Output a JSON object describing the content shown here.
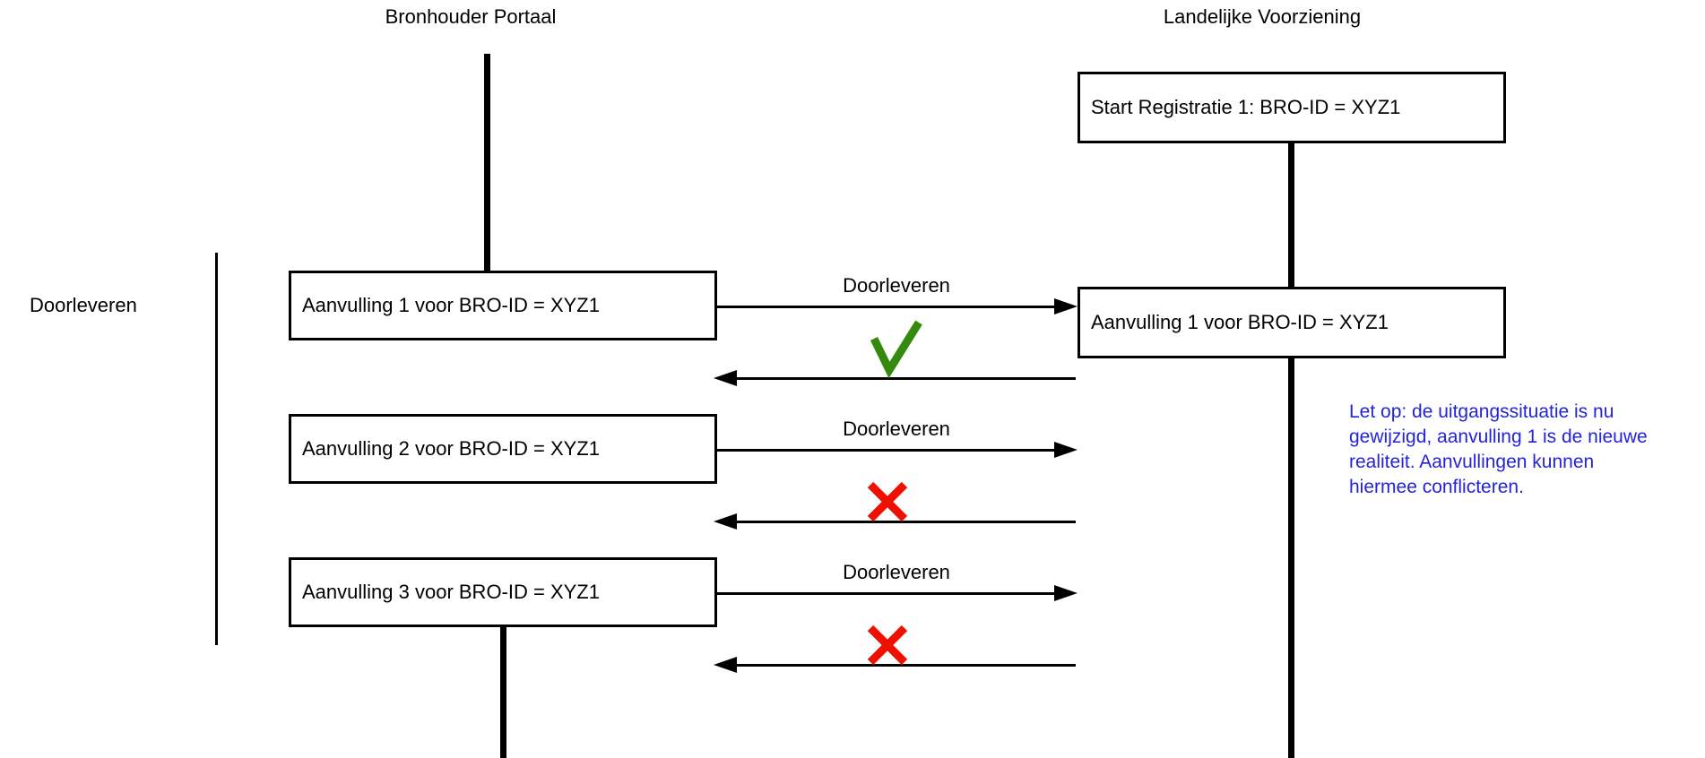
{
  "diagram": {
    "titles": {
      "left": "Bronhouder Portaal",
      "right": "Landelijke Voorziening"
    },
    "group_label": "Doorleveren",
    "boxes": {
      "start": "Start Registratie 1: BRO-ID = XYZ1",
      "lv_result": "Aanvulling 1 voor BRO-ID = XYZ1"
    },
    "rows": [
      {
        "box": "Aanvulling 1 voor BRO-ID = XYZ1",
        "arrow_label": "Doorleveren",
        "result": "success"
      },
      {
        "box": "Aanvulling 2 voor BRO-ID = XYZ1",
        "arrow_label": "Doorleveren",
        "result": "fail"
      },
      {
        "box": "Aanvulling 3 voor BRO-ID = XYZ1",
        "arrow_label": "Doorleveren",
        "result": "fail"
      }
    ],
    "note": {
      "lines": [
        "Let op: de uitgangssituatie is nu",
        "gewijzigd, aanvulling 1 is de nieuwe",
        "realiteit. Aanvullingen kunnen",
        "hiermee conflicteren."
      ]
    },
    "colors": {
      "success": "#338a0d",
      "fail": "#ee1100",
      "note_text": "#2323d7"
    }
  }
}
